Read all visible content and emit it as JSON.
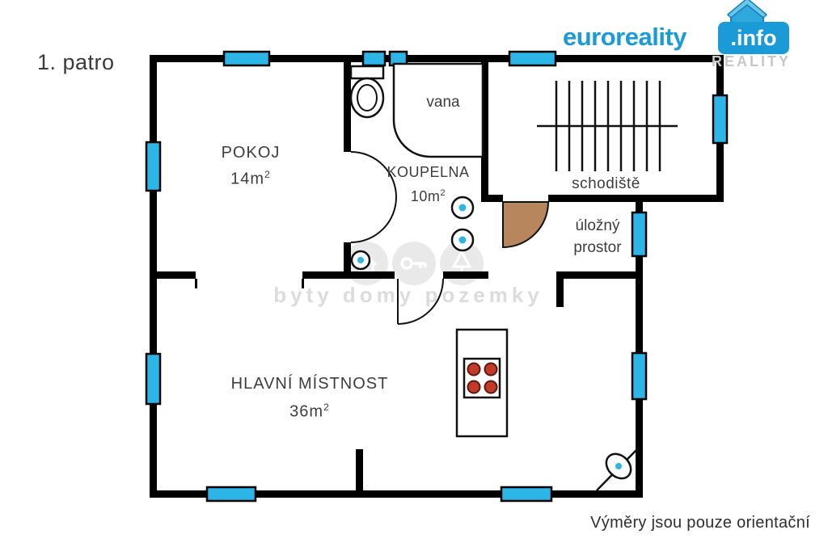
{
  "header": {
    "floor_label": "1. patro"
  },
  "logo": {
    "brand": "euroreality",
    "tld": ".info",
    "reality_text": "REALITY"
  },
  "rooms": {
    "pokoj": {
      "name": "POKOJ",
      "area": "14m",
      "area_sup": "2"
    },
    "koupelna": {
      "name": "KOUPELNA",
      "area": "10m",
      "area_sup": "2"
    },
    "hlavni": {
      "name": "HLAVNÍ MÍSTNOST",
      "area": "36m",
      "area_sup": "2"
    },
    "vana": {
      "name": "vana"
    },
    "schodiste": {
      "name": "schodiště"
    },
    "ulozny": {
      "line1": "úložný",
      "line2": "prostor"
    }
  },
  "watermark": {
    "text": "byty domy pozemky"
  },
  "footer": {
    "disclaimer": "Výměry jsou pouze orientační"
  },
  "colors": {
    "wall": "#000000",
    "window": "#2eb5e8",
    "door": "#b8865d",
    "brand": "#1b9ad8",
    "burner": "#c23b2a",
    "text": "#3d3d3d",
    "watermark": "#dcdcdc"
  }
}
